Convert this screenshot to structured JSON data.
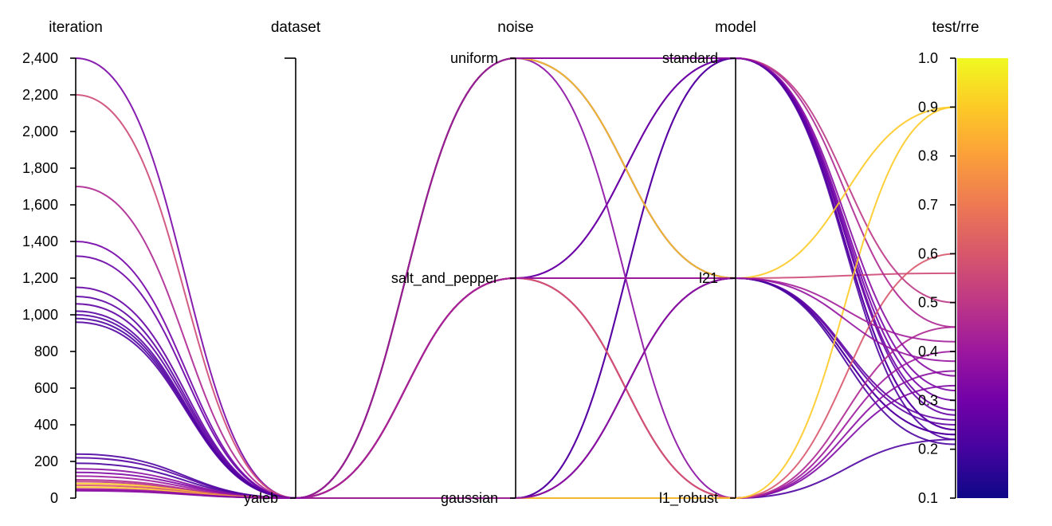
{
  "chart_data": {
    "type": "parallel_coordinates",
    "color_scale": [
      "#0d0887",
      "#46039f",
      "#7201a8",
      "#9c179e",
      "#bd3786",
      "#d8576b",
      "#ed7953",
      "#fb9f3a",
      "#fdca26",
      "#f0f921"
    ],
    "axes": [
      {
        "key": "iteration",
        "label": "iteration",
        "kind": "linear",
        "domain": [
          0,
          2400
        ],
        "ticks": [
          0,
          200,
          400,
          600,
          800,
          1000,
          1200,
          1400,
          1600,
          1800,
          2000,
          2200,
          2400
        ],
        "tick_labels": [
          "0",
          "200",
          "400",
          "600",
          "800",
          "1,000",
          "1,200",
          "1,400",
          "1,600",
          "1,800",
          "2,000",
          "2,200",
          "2,400"
        ]
      },
      {
        "key": "dataset",
        "label": "dataset",
        "kind": "categorical",
        "categories": [
          "yaleb"
        ]
      },
      {
        "key": "noise",
        "label": "noise",
        "kind": "categorical",
        "categories": [
          "gaussian",
          "salt_and_pepper",
          "uniform"
        ]
      },
      {
        "key": "model",
        "label": "model",
        "kind": "categorical",
        "categories": [
          "l1_robust",
          "l21",
          "standard"
        ]
      },
      {
        "key": "test_rre",
        "label": "test/rre",
        "kind": "linear",
        "domain": [
          0.1,
          1.0
        ],
        "ticks": [
          0.1,
          0.2,
          0.3,
          0.4,
          0.5,
          0.6,
          0.7,
          0.8,
          0.9,
          1.0
        ],
        "tick_labels": [
          "0.1",
          "0.2",
          "0.3",
          "0.4",
          "0.5",
          "0.6",
          "0.7",
          "0.8",
          "0.9",
          "1.0"
        ]
      }
    ],
    "colorbar": {
      "domain": [
        0.1,
        1.0
      ]
    },
    "records": [
      {
        "iteration": 2400,
        "dataset": "yaleb",
        "noise": "uniform",
        "model": "standard",
        "test_rre": 0.32
      },
      {
        "iteration": 2200,
        "dataset": "yaleb",
        "noise": "uniform",
        "model": "l21",
        "test_rre": 0.56
      },
      {
        "iteration": 1700,
        "dataset": "yaleb",
        "noise": "uniform",
        "model": "standard",
        "test_rre": 0.45
      },
      {
        "iteration": 1400,
        "dataset": "yaleb",
        "noise": "salt_and_pepper",
        "model": "standard",
        "test_rre": 0.3
      },
      {
        "iteration": 1320,
        "dataset": "yaleb",
        "noise": "salt_and_pepper",
        "model": "standard",
        "test_rre": 0.28
      },
      {
        "iteration": 1150,
        "dataset": "yaleb",
        "noise": "uniform",
        "model": "standard",
        "test_rre": 0.27
      },
      {
        "iteration": 1100,
        "dataset": "yaleb",
        "noise": "uniform",
        "model": "l21",
        "test_rre": 0.25
      },
      {
        "iteration": 1060,
        "dataset": "yaleb",
        "noise": "salt_and_pepper",
        "model": "l21",
        "test_rre": 0.26
      },
      {
        "iteration": 1020,
        "dataset": "yaleb",
        "noise": "uniform",
        "model": "standard",
        "test_rre": 0.24
      },
      {
        "iteration": 1000,
        "dataset": "yaleb",
        "noise": "salt_and_pepper",
        "model": "l21",
        "test_rre": 0.23
      },
      {
        "iteration": 980,
        "dataset": "yaleb",
        "noise": "gaussian",
        "model": "standard",
        "test_rre": 0.22
      },
      {
        "iteration": 960,
        "dataset": "yaleb",
        "noise": "gaussian",
        "model": "l21",
        "test_rre": 0.23
      },
      {
        "iteration": 240,
        "dataset": "yaleb",
        "noise": "gaussian",
        "model": "l1_robust",
        "test_rre": 0.22
      },
      {
        "iteration": 220,
        "dataset": "yaleb",
        "noise": "gaussian",
        "model": "standard",
        "test_rre": 0.24
      },
      {
        "iteration": 190,
        "dataset": "yaleb",
        "noise": "gaussian",
        "model": "l21",
        "test_rre": 0.21
      },
      {
        "iteration": 160,
        "dataset": "yaleb",
        "noise": "uniform",
        "model": "l1_robust",
        "test_rre": 0.36
      },
      {
        "iteration": 140,
        "dataset": "yaleb",
        "noise": "salt_and_pepper",
        "model": "l1_robust",
        "test_rre": 0.33
      },
      {
        "iteration": 120,
        "dataset": "yaleb",
        "noise": "gaussian",
        "model": "l1_robust",
        "test_rre": 0.4
      },
      {
        "iteration": 100,
        "dataset": "yaleb",
        "noise": "salt_and_pepper",
        "model": "l1_robust",
        "test_rre": 0.45
      },
      {
        "iteration": 90,
        "dataset": "yaleb",
        "noise": "uniform",
        "model": "standard",
        "test_rre": 0.5
      },
      {
        "iteration": 80,
        "dataset": "yaleb",
        "noise": "uniform",
        "model": "l21",
        "test_rre": 0.9
      },
      {
        "iteration": 70,
        "dataset": "yaleb",
        "noise": "salt_and_pepper",
        "model": "l1_robust",
        "test_rre": 0.6
      },
      {
        "iteration": 60,
        "dataset": "yaleb",
        "noise": "gaussian",
        "model": "l1_robust",
        "test_rre": 0.9
      },
      {
        "iteration": 50,
        "dataset": "yaleb",
        "noise": "salt_and_pepper",
        "model": "l21",
        "test_rre": 0.42
      },
      {
        "iteration": 45,
        "dataset": "yaleb",
        "noise": "gaussian",
        "model": "l21",
        "test_rre": 0.38
      },
      {
        "iteration": 40,
        "dataset": "yaleb",
        "noise": "uniform",
        "model": "standard",
        "test_rre": 0.35
      }
    ]
  }
}
